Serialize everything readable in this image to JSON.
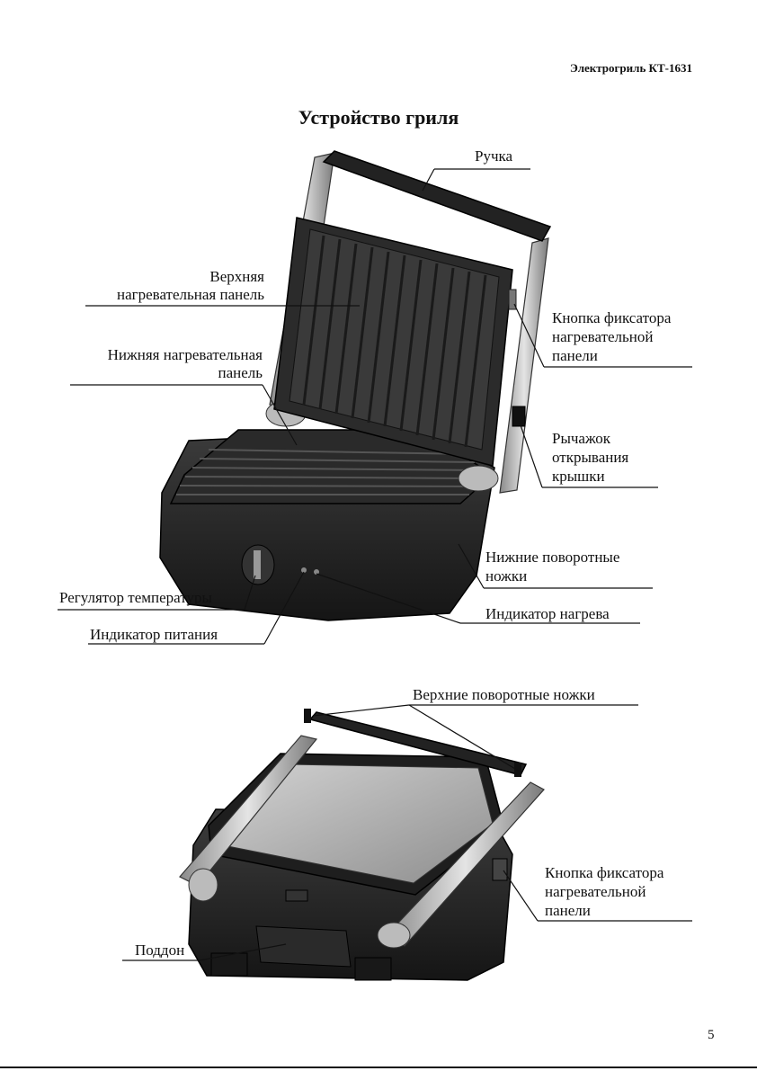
{
  "header": {
    "model": "Электрогриль КТ-1631"
  },
  "title": "Устройство гриля",
  "labels_top": {
    "handle": "Ручка",
    "upper_panel_line1": "Верхняя",
    "upper_panel_line2": "нагревательная панель",
    "lower_panel_line1": "Нижняя нагревательная",
    "lower_panel_line2": "панель",
    "lock_line1": "Кнопка фиксатора",
    "lock_line2": "нагревательной",
    "lock_line3": "панели",
    "lever_line1": "Рычажок",
    "lever_line2": "открывания",
    "lever_line3": "крышки",
    "feet_line1": "Нижние поворотные",
    "feet_line2": "ножки",
    "thermostat": "Регулятор температуры",
    "heat_indicator": "Индикатор нагрева",
    "power_indicator": "Индикатор питания"
  },
  "labels_bottom": {
    "upper_feet": "Верхние поворотные ножки",
    "lock_line1": "Кнопка фиксатора",
    "lock_line2": "нагревательной",
    "lock_line3": "панели",
    "tray": "Поддон"
  },
  "page_number": "5"
}
